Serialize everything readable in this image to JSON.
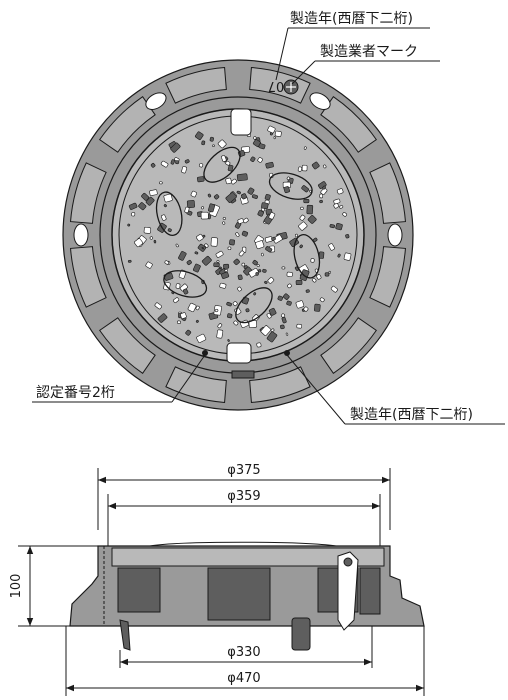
{
  "callouts": {
    "top_year": "製造年(西暦下二桁)",
    "maker_mark": "製造業者マーク",
    "cert_number": "認定番号2桁",
    "bottom_year": "製造年(西暦下二桁)"
  },
  "cover_marks": {
    "year_digits": "07"
  },
  "dimensions": {
    "outer_top": "φ375",
    "inner_top": "φ359",
    "height": "100",
    "inner_bottom": "φ330",
    "outer_bottom": "φ470"
  },
  "colors": {
    "body": "#9a9a9a",
    "shadow": "#5e5e5e",
    "line": "#1a1a1a"
  }
}
